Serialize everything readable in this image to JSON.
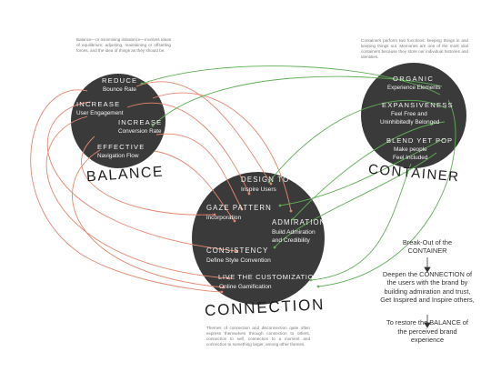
{
  "colors": {
    "circle": "#3a3a3a",
    "green": "#5faf55",
    "red": "#e7866f",
    "circle_text": "#f4f4f4",
    "label": "#1f1f1f"
  },
  "balance": {
    "title": "BALANCE",
    "paragraph": "Balance—or minimising imbalance—involves ideas of equilibrium; adjusting, maintaining or offsetting forces, and the idea of things as they should be.",
    "items": [
      {
        "heading": "REDUCE",
        "sub": "Bounce Rate"
      },
      {
        "heading": "INCREASE",
        "sub": "User Engagement"
      },
      {
        "heading": "INCREASE",
        "sub": "Conversion Rate"
      },
      {
        "heading": "EFFECTIVE",
        "sub": "Navigation Flow"
      }
    ]
  },
  "container": {
    "title": "CONTAINER",
    "paragraph": "Containers perform two functions: keeping things in and keeping things out. Memories are one of the most vital containers because they store our individual histories and identities.",
    "items": [
      {
        "heading": "ORGANIC",
        "sub": "Experience Elements"
      },
      {
        "heading": "EXPANSIVENESS",
        "sub": "Feel Free and",
        "sub2": "Uninhibitedly Belonged"
      },
      {
        "heading": "BLEND YET POP",
        "sub": "Make people",
        "sub2": "Feel Included"
      }
    ]
  },
  "connection": {
    "title": "CONNECTION",
    "paragraph": "Themes of connection and disconnection quite often express themselves through connection to others, connection to self, connection to a moment and connection to something larger, among other themes.",
    "items": [
      {
        "heading": "DESIGN TO",
        "sub": "Inspire Users"
      },
      {
        "heading": "GAZE PATTERN",
        "sub": "incorporation"
      },
      {
        "heading": "ADMIRATION",
        "sub": "Build Admiration",
        "sub2": "and Credibility"
      },
      {
        "heading": "CONSISTENCY",
        "sub": "Define Style Convention"
      },
      {
        "heading": "LIVE THE CUSTOMIZATION",
        "sub": "Online Gamification"
      }
    ]
  },
  "flow": {
    "step1_line1": "Break-Out of the",
    "step1_line2": "CONTAINER",
    "step2_line1": "Deepen the  CONNECTION of",
    "step2_line2": "the users with the brand by",
    "step2_line3": "building admiration and trust,",
    "step2_line4": "Get Inspired and Inspire others,",
    "step3_line1": "To restore the BALANCE of",
    "step3_line2": "the perceived brand",
    "step3_line3": "experience",
    "arrow": "↓"
  }
}
